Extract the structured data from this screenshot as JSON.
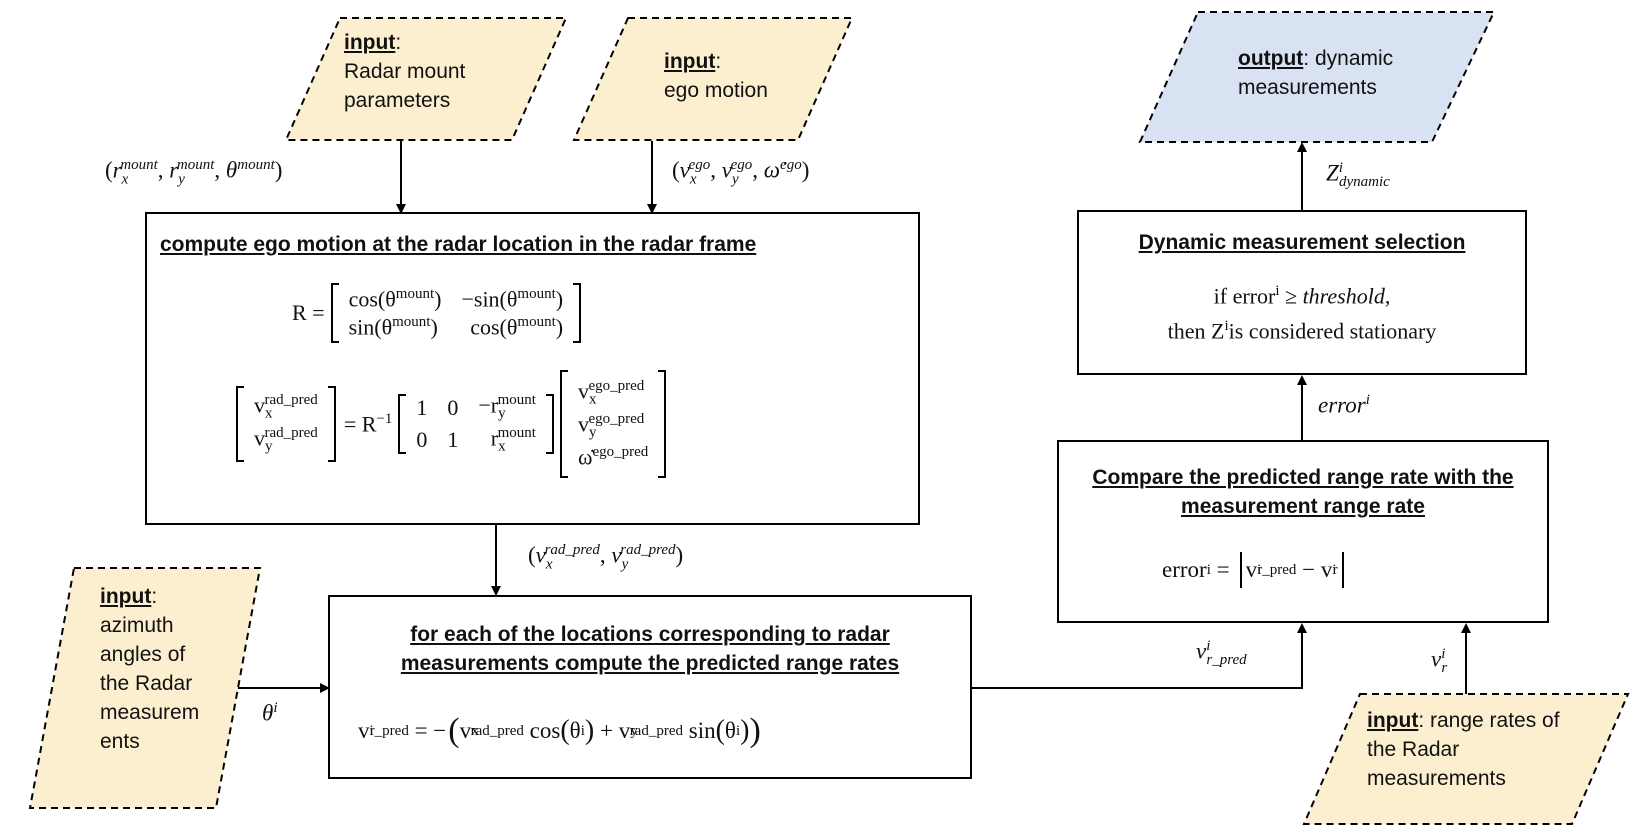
{
  "inputs": {
    "mount": {
      "label": "input",
      "text_1": "Radar mount",
      "text_2": "parameters"
    },
    "ego": {
      "label": "input",
      "text_1": "ego motion"
    },
    "azimuth": {
      "label": "input",
      "text_1": "azimuth",
      "text_2": "angles of",
      "text_3": "the Radar",
      "text_4": "measurem",
      "text_5": "ents"
    },
    "range_rates": {
      "label": "input",
      "text_1": ": range rates of",
      "text_2": "the Radar",
      "text_3": "measurements"
    }
  },
  "output": {
    "label": "output",
    "text_1": ": dynamic",
    "text_2": "measurements"
  },
  "boxes": {
    "ego_motion": {
      "title": "compute ego motion at the radar location in the radar frame"
    },
    "range_rates": {
      "title_1": "for each of the locations corresponding to radar",
      "title_2": "measurements compute the predicted range rates"
    },
    "compare": {
      "title_1": "Compare the predicted range rate with the",
      "title_2": "measurement range rate"
    },
    "selection": {
      "title": "Dynamic measurement selection",
      "line_1_a": "if error",
      "line_1_b": " ≥ ",
      "line_1_c": "threshold",
      "line_1_d": ",",
      "line_2_a": "then Z",
      "line_2_b": "is considered stationary"
    }
  },
  "math": {
    "sym_i": "i",
    "R": "R =",
    "cos_mount": "cos(θ",
    "sin_mount": "sin(θ",
    "neg_sin_mount": "−sin(θ",
    "mount": "mount",
    "close": ")",
    "v_x": "v",
    "sub_x": "x",
    "sub_y": "y",
    "rad_pred": "rad_pred",
    "ego_pred": "ego_pred",
    "equals_Rinv": "= R",
    "inv": "−1",
    "one": "1",
    "zero": "0",
    "neg_r": "−r",
    "r": "r",
    "omega_dot": "ω̇",
    "error_lhs": "error",
    "equals": " =",
    "v_r_pred_sub": "r_pred",
    "minus": " − ",
    "sub_r": "r",
    "vr_pred_lhs_sub": "r_pred",
    "vr_eq": " = −",
    "cos": " cos",
    "plus": " + ",
    "sin": " sin",
    "theta": "θ"
  },
  "labels": {
    "mount_params": {
      "open": "(",
      "r": "r",
      "x": "x",
      "y": "y",
      "mount": "mount",
      "theta": "θ",
      "close": ")",
      "comma": ", "
    },
    "ego_vec": {
      "open": "(",
      "v": "v",
      "x": "x",
      "y": "y",
      "ego": "ego",
      "omega": "ω̇",
      "close": ")",
      "comma": ", "
    },
    "rad_pred_vec": {
      "open": "(",
      "v": "v",
      "x": "x",
      "y": "y",
      "rad_pred": "rad_pred",
      "close": ")",
      "comma": ", "
    },
    "theta_i": {
      "theta": "θ",
      "i": "i"
    },
    "v_r_pred": {
      "v": "v",
      "i": "i",
      "sub": "r_pred"
    },
    "v_r": {
      "v": "v",
      "i": "i",
      "sub": "r"
    },
    "error_i": {
      "e": "error",
      "i": "i"
    },
    "z_dyn": {
      "z": "Z",
      "i": "i",
      "sub": "dynamic"
    }
  },
  "colors": {
    "input_fill": "#fcefcf",
    "output_fill": "#d9e2f3",
    "stroke": "#000000"
  }
}
